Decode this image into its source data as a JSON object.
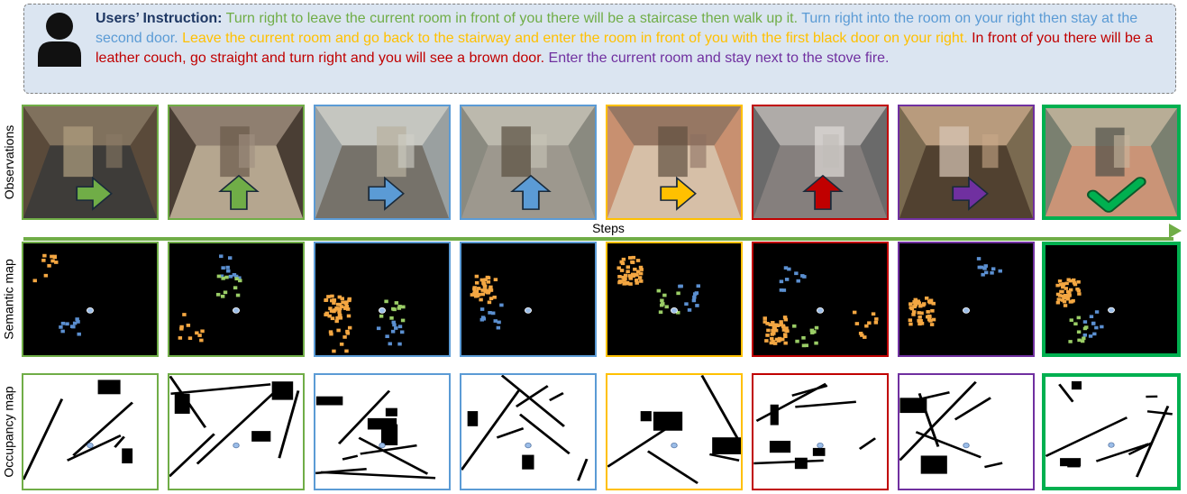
{
  "instruction": {
    "lead": "Users’ Instruction:",
    "segments": [
      {
        "text": "Turn right to leave the current room in front of you there will be a staircase then walk up it.",
        "color": "#70ad47"
      },
      {
        "text": "Turn right into the room on your right then stay at the second door.",
        "color": "#5b9bd5"
      },
      {
        "text": "Leave the current room and go back to the stairway and enter the room in front of you with the first black door on your right.",
        "color": "#ffc000"
      },
      {
        "text": "In front of you there will be a leather couch, go straight and turn right and you will see a brown door.",
        "color": "#c00000"
      },
      {
        "text": "Enter the current room and stay next to the stove fire.",
        "color": "#7030a0"
      }
    ]
  },
  "row_labels": {
    "observations": "Observations",
    "semantic": "Semantic map",
    "occupancy": "Occupancy map"
  },
  "steps_label": "Steps",
  "colors": {
    "green": "#70ad47",
    "blue": "#5b9bd5",
    "yellow": "#ffc000",
    "red": "#c00000",
    "purple": "#7030a0",
    "final": "#00b050",
    "instruction_bg": "#dbe5f1"
  },
  "steps": [
    {
      "border": "#70ad47",
      "arrow": "right"
    },
    {
      "border": "#70ad47",
      "arrow": "up"
    },
    {
      "border": "#5b9bd5",
      "arrow": "right"
    },
    {
      "border": "#5b9bd5",
      "arrow": "up"
    },
    {
      "border": "#ffc000",
      "arrow": "right"
    },
    {
      "border": "#c00000",
      "arrow": "up"
    },
    {
      "border": "#7030a0",
      "arrow": "right"
    },
    {
      "border": "#00b050",
      "arrow": "check"
    }
  ]
}
